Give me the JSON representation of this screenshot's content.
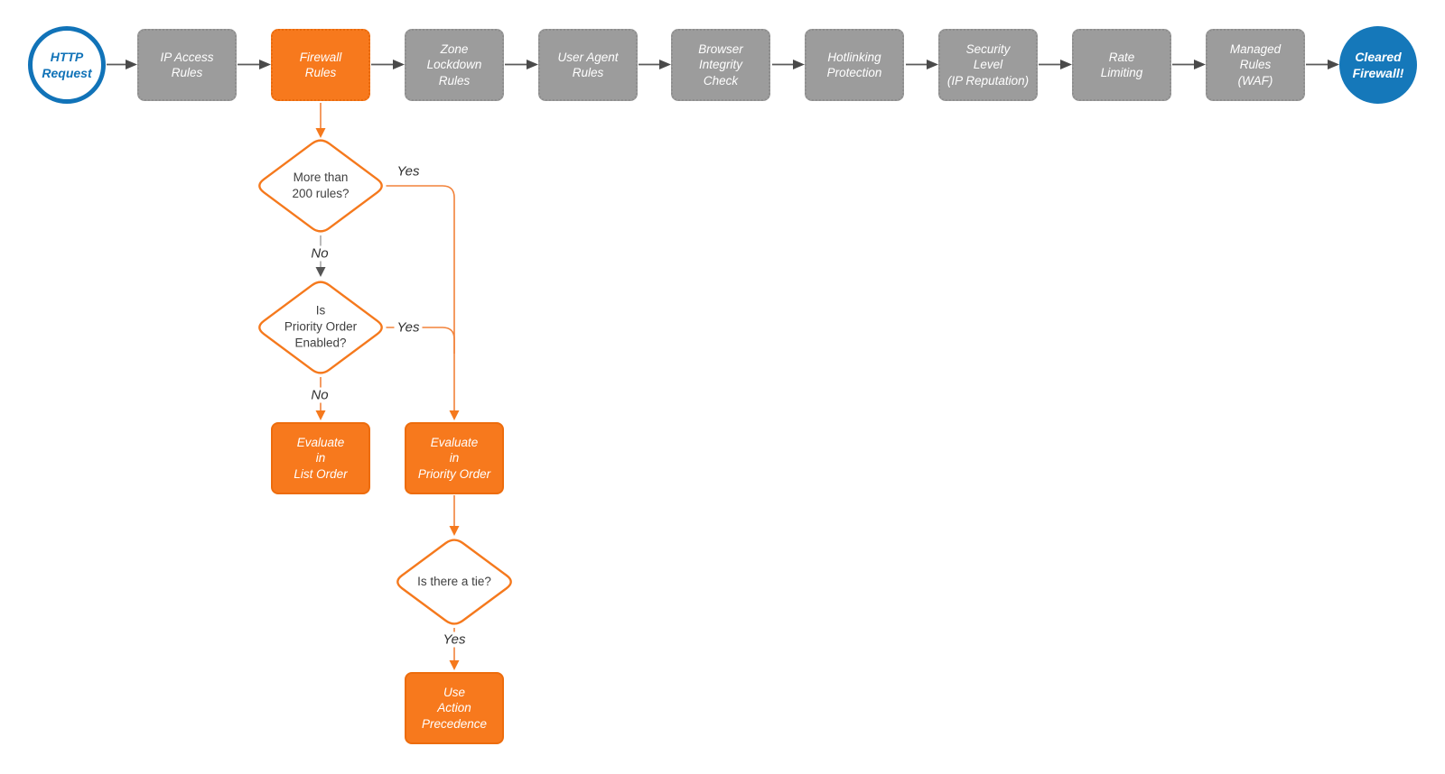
{
  "colors": {
    "orange_fill": "#f7791d",
    "orange_line": "#f2823a",
    "gray_fill": "#9c9c9c",
    "gray_line": "#5a5a5a",
    "blue": "#1173b8"
  },
  "pipeline": {
    "start": {
      "lines": [
        "HTTP",
        "Request"
      ]
    },
    "steps": [
      {
        "name": "ip-access-rules",
        "lines": [
          "IP Access",
          "Rules"
        ]
      },
      {
        "name": "firewall-rules",
        "lines": [
          "Firewall",
          "Rules"
        ],
        "highlighted": true
      },
      {
        "name": "zone-lockdown-rules",
        "lines": [
          "Zone",
          "Lockdown",
          "Rules"
        ]
      },
      {
        "name": "user-agent-rules",
        "lines": [
          "User Agent",
          "Rules"
        ]
      },
      {
        "name": "browser-integrity-check",
        "lines": [
          "Browser",
          "Integrity",
          "Check"
        ]
      },
      {
        "name": "hotlinking-protection",
        "lines": [
          "Hotlinking",
          "Protection"
        ]
      },
      {
        "name": "security-level-ip-reputation",
        "lines": [
          "Security",
          "Level",
          "(IP Reputation)"
        ]
      },
      {
        "name": "rate-limiting",
        "lines": [
          "Rate",
          "Limiting"
        ]
      },
      {
        "name": "managed-rules-waf",
        "lines": [
          "Managed",
          "Rules",
          "(WAF)"
        ]
      }
    ],
    "end": {
      "lines": [
        "Cleared",
        "Firewall!"
      ]
    }
  },
  "branch": {
    "decisions": [
      {
        "name": "more-than-200-rules",
        "lines": [
          "More than",
          "200 rules?"
        ]
      },
      {
        "name": "priority-order-enabled",
        "lines": [
          "Is",
          "Priority Order",
          "Enabled?"
        ]
      },
      {
        "name": "is-there-a-tie",
        "lines": [
          "Is there a tie?"
        ]
      }
    ],
    "actions": [
      {
        "name": "evaluate-in-list-order",
        "lines": [
          "Evaluate",
          "in",
          "List Order"
        ]
      },
      {
        "name": "evaluate-in-priority-order",
        "lines": [
          "Evaluate",
          "in",
          "Priority Order"
        ]
      },
      {
        "name": "use-action-precedence",
        "lines": [
          "Use",
          "Action",
          "Precedence"
        ]
      }
    ],
    "edge_labels": {
      "yes1": "Yes",
      "no1": "No",
      "yes2": "Yes",
      "no2": "No",
      "yes3": "Yes"
    }
  }
}
